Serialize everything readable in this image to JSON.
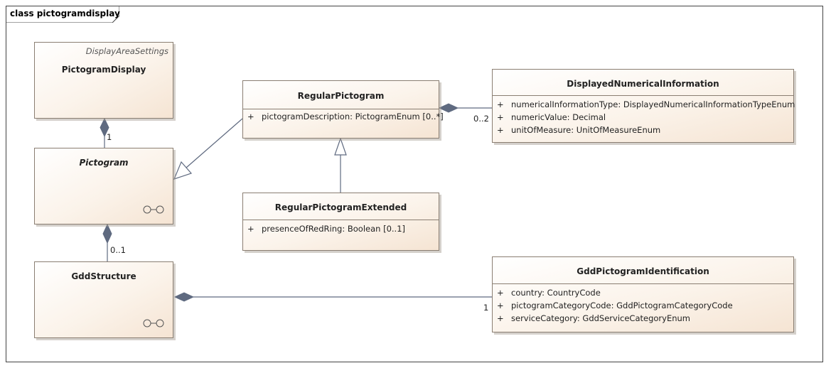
{
  "diagram": {
    "frame_title": "class pictogramdisplay",
    "classes": {
      "pictogram_display": {
        "stereotype": "DisplayAreaSettings",
        "name": "PictogramDisplay"
      },
      "pictogram": {
        "name": "Pictogram"
      },
      "gdd_structure": {
        "name": "GddStructure"
      },
      "regular_pictogram": {
        "name": "RegularPictogram",
        "attributes": [
          {
            "visibility": "+",
            "text": "pictogramDescription: PictogramEnum [0..*]"
          }
        ]
      },
      "regular_pictogram_extended": {
        "name": "RegularPictogramExtended",
        "attributes": [
          {
            "visibility": "+",
            "text": "presenceOfRedRing: Boolean [0..1]"
          }
        ]
      },
      "displayed_numerical_information": {
        "name": "DisplayedNumericalInformation",
        "attributes": [
          {
            "visibility": "+",
            "text": "numericalInformationType: DisplayedNumericalInformationTypeEnum"
          },
          {
            "visibility": "+",
            "text": "numericValue: Decimal"
          },
          {
            "visibility": "+",
            "text": "unitOfMeasure: UnitOfMeasureEnum"
          }
        ]
      },
      "gdd_pictogram_identification": {
        "name": "GddPictogramIdentification",
        "attributes": [
          {
            "visibility": "+",
            "text": "country: CountryCode"
          },
          {
            "visibility": "+",
            "text": "pictogramCategoryCode: GddPictogramCategoryCode"
          },
          {
            "visibility": "+",
            "text": "serviceCategory: GddServiceCategoryEnum"
          }
        ]
      }
    },
    "multiplicities": {
      "display_pictogram": "1",
      "pictogram_gdd": "0..1",
      "regular_numerical": "0..2",
      "gdd_identification": "1"
    },
    "colors": {
      "class_border": "#8a7e72",
      "class_fill": "#f5e4d3",
      "edge": "#5f6a80",
      "diamond": "#5f6a80"
    }
  }
}
